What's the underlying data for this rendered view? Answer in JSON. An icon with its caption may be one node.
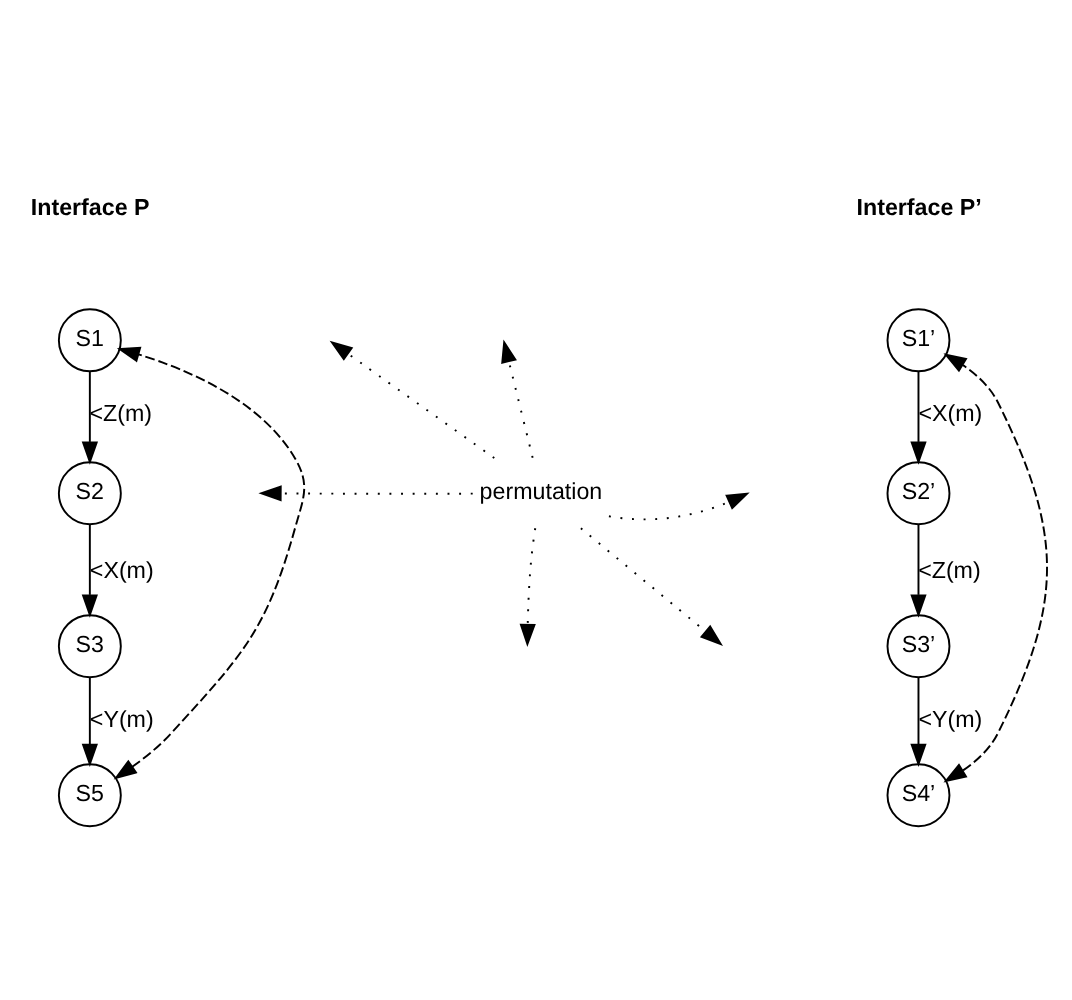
{
  "diagram": {
    "nodes": [
      {
        "text": [
          "S1"
        ]
      },
      {
        "text": [
          "S2"
        ]
      },
      {
        "text": [
          "S3"
        ]
      },
      {
        "text": [
          "S5"
        ]
      },
      {
        "text": [
          "permutation"
        ]
      },
      {
        "text": [
          "S1’"
        ]
      },
      {
        "text": [
          "S2’"
        ]
      },
      {
        "text": [
          "S3’"
        ]
      },
      {
        "text": [
          "S4’"
        ]
      }
    ],
    "edges": [
      {
        "from": 0,
        "to": 1,
        "arrow": "to",
        "label": "<Z(m)"
      },
      {
        "from": 1,
        "to": 2,
        "arrow": "to",
        "label": "<X(m)"
      },
      {
        "from": 2,
        "to": 3,
        "arrow": "to",
        "label": "<Y(m)"
      },
      {
        "from": 5,
        "to": 6,
        "arrow": "to",
        "label": "<X(m)"
      },
      {
        "from": 6,
        "to": 7,
        "arrow": "to",
        "label": "<Z(m)"
      },
      {
        "from": 7,
        "to": 8,
        "arrow": "to",
        "label": "<Y(m)"
      },
      {
        "from": 3,
        "to": 0,
        "arrow": "both",
        "style": "dashed"
      },
      {
        "from": 8,
        "to": 5,
        "arrow": "both",
        "style": "dashed"
      },
      {
        "from": 4,
        "to": null,
        "arrow": "to",
        "style": "dashed"
      },
      {
        "from": 4,
        "to": null,
        "arrow": "to",
        "style": "dashed"
      },
      {
        "from": 4,
        "to": null,
        "arrow": "to",
        "style": "dashed"
      },
      {
        "from": 4,
        "to": null,
        "arrow": "to",
        "style": "dashed"
      },
      {
        "from": 4,
        "to": null,
        "arrow": "to",
        "style": "dashed"
      },
      {
        "from": 4,
        "to": null,
        "arrow": "to",
        "style": "dashed"
      }
    ],
    "labels": [
      "Interface P",
      "Interface P’"
    ]
  }
}
